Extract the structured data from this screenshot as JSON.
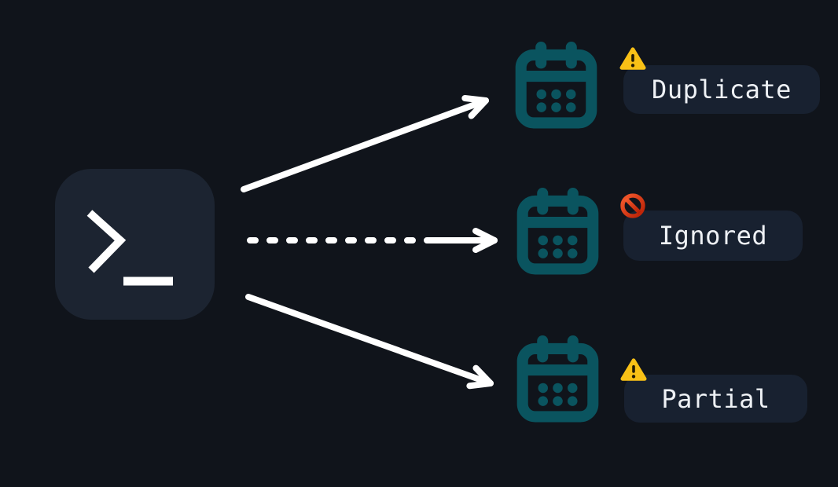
{
  "diagram": {
    "source": {
      "icon": "terminal-icon",
      "description": "terminal command source"
    },
    "rows": [
      {
        "label": "Duplicate",
        "status_icon": "warning-icon",
        "target_icon": "calendar-icon",
        "arrow_style": "solid"
      },
      {
        "label": "Ignored",
        "status_icon": "prohibited-icon",
        "target_icon": "calendar-icon",
        "arrow_style": "dashed"
      },
      {
        "label": "Partial",
        "status_icon": "warning-icon",
        "target_icon": "calendar-icon",
        "arrow_style": "solid"
      }
    ],
    "colors": {
      "background": "#10141b",
      "terminal_box": "#1c2431",
      "terminal_glyph": "#ffffff",
      "calendar_teal": "#0a545f",
      "pill_background": "#182130",
      "label_text": "#eef1f5",
      "arrow": "#ffffff",
      "warning_yellow": "#f9c116",
      "prohibited_red": "#d42a08"
    }
  }
}
